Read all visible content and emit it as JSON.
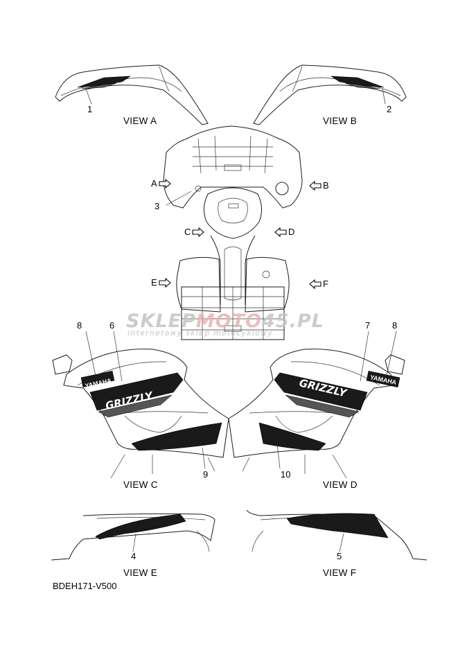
{
  "views": {
    "a": "VIEW A",
    "b": "VIEW B",
    "c": "VIEW C",
    "d": "VIEW D",
    "e": "VIEW E",
    "f": "VIEW F"
  },
  "arrows": {
    "a": "A",
    "b": "B",
    "c": "C",
    "d": "D",
    "e": "E",
    "f": "F"
  },
  "callouts": {
    "n1": "1",
    "n2": "2",
    "n3": "3",
    "n4": "4",
    "n5": "5",
    "n6": "6",
    "n7": "7",
    "n8_left": "8",
    "n8_right": "8",
    "n9": "9",
    "n10": "10"
  },
  "watermark": {
    "brand_part1": "SKLEP",
    "brand_part2": "MOTO",
    "brand_part3": "45.PL",
    "tagline": "internetowy sklep motocyklowy"
  },
  "diagram_code": "BDEH171-V500",
  "decal_text": {
    "yamaha": "YAMAHA",
    "grizzly": "GRIZZLY"
  }
}
